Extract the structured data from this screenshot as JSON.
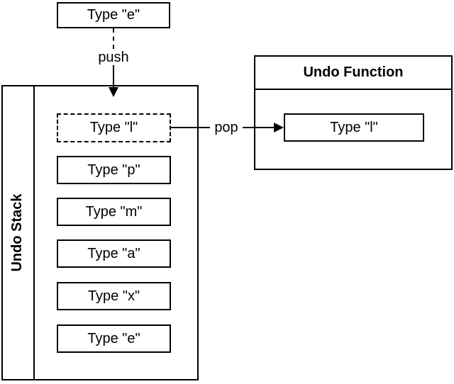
{
  "diagram": {
    "colors": {
      "stroke": "#000000",
      "background": "#ffffff",
      "text": "#000000"
    },
    "top_box": {
      "label": "Type \"e\""
    },
    "connectors": {
      "push_label": "push",
      "pop_label": "pop"
    },
    "stack": {
      "title": "Undo Stack",
      "items": [
        {
          "label": "Type \"l\"",
          "style": "dashed"
        },
        {
          "label": "Type \"p\"",
          "style": "solid"
        },
        {
          "label": "Type \"m\"",
          "style": "solid"
        },
        {
          "label": "Type \"a\"",
          "style": "solid"
        },
        {
          "label": "Type \"x\"",
          "style": "solid"
        },
        {
          "label": "Type \"e\"",
          "style": "solid"
        }
      ]
    },
    "function": {
      "title": "Undo Function",
      "item_label": "Type \"l\""
    }
  }
}
